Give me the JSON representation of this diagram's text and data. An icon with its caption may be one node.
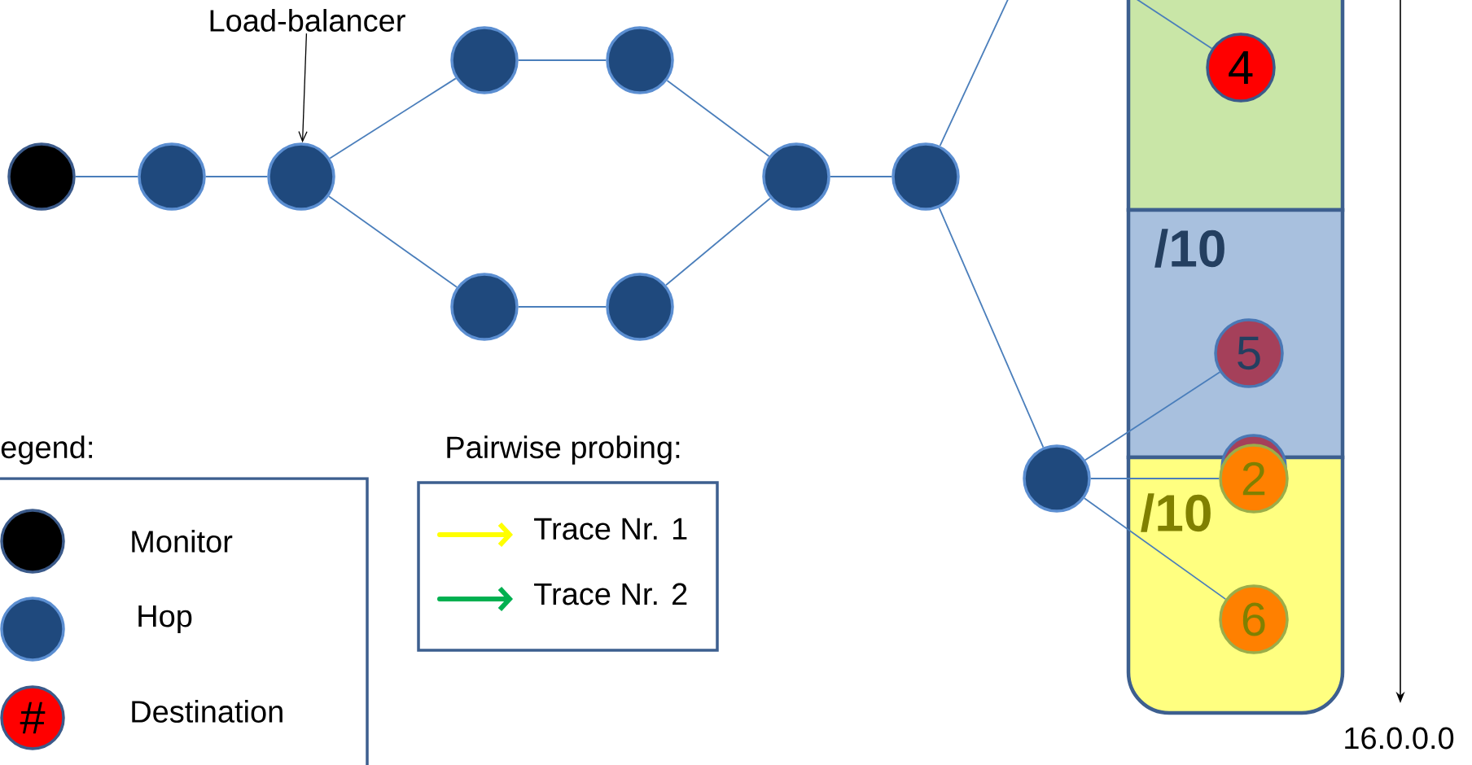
{
  "diagram": {
    "nodes": [
      {
        "text": [],
        "shape": "circle"
      },
      {
        "text": [],
        "shape": "circle"
      },
      {
        "text": [],
        "shape": "circle"
      },
      {
        "text": [],
        "shape": "circle"
      },
      {
        "text": [],
        "shape": "circle"
      },
      {
        "text": [],
        "shape": "circle"
      },
      {
        "text": [],
        "shape": "circle"
      },
      {
        "text": [],
        "shape": "circle"
      },
      {
        "text": [],
        "shape": "circle"
      },
      {
        "text": [],
        "shape": "circle"
      },
      {
        "text": [
          "Load-balancer"
        ]
      },
      {
        "text": [],
        "shape": "box"
      },
      {
        "text": [
          "/10"
        ]
      },
      {
        "text": [
          "/10"
        ]
      },
      {
        "text": [
          "4"
        ],
        "in": 11
      },
      {
        "text": [
          "5"
        ],
        "in": 12
      },
      {
        "text": [
          "2"
        ],
        "in": 13
      },
      {
        "text": [
          "6"
        ],
        "in": 13
      }
    ],
    "edges": [
      {
        "from": 0,
        "to": 1,
        "arrow": "none"
      },
      {
        "from": 1,
        "to": 2,
        "arrow": "none"
      },
      {
        "from": 2,
        "to": 3,
        "arrow": "none"
      },
      {
        "from": 3,
        "to": 4,
        "arrow": "none"
      },
      {
        "from": 4,
        "to": 7,
        "arrow": "none"
      },
      {
        "from": 2,
        "to": 5,
        "arrow": "none"
      },
      {
        "from": 5,
        "to": 6,
        "arrow": "none"
      },
      {
        "from": 6,
        "to": 7,
        "arrow": "none"
      },
      {
        "from": 7,
        "to": 8,
        "arrow": "none"
      },
      {
        "from": 8,
        "to": null,
        "arrow": "none"
      },
      {
        "from": null,
        "to": 14,
        "arrow": "none"
      },
      {
        "from": 8,
        "to": 9,
        "arrow": "none"
      },
      {
        "from": 9,
        "to": 15,
        "arrow": "none"
      },
      {
        "from": 9,
        "to": 16,
        "arrow": "none"
      },
      {
        "from": 9,
        "to": 17,
        "arrow": "none"
      },
      {
        "from": 10,
        "to": 2,
        "arrow": "to",
        "color": "#000000"
      }
    ],
    "labels": [
      "egend:",
      "Pairwise probing:",
      "#",
      "16.0.0.0"
    ],
    "legend": [
      {
        "text": "Monitor"
      },
      {
        "text": "Hop"
      },
      {
        "text": "Destination"
      },
      {
        "text": "Trace Nr. 1"
      },
      {
        "text": "Trace Nr. 2"
      }
    ]
  }
}
